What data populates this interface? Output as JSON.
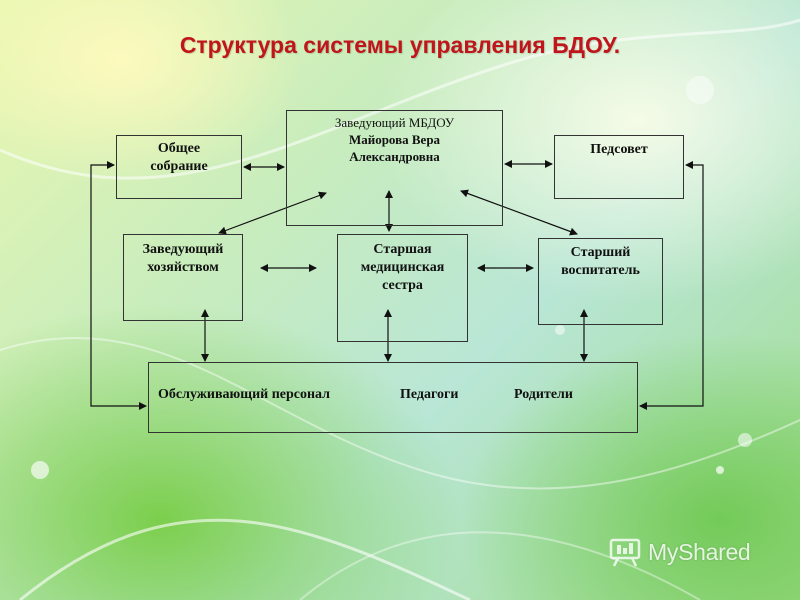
{
  "title": "Структура системы управления БДОУ.",
  "head": {
    "role": "Заведующий МБДОУ",
    "name_line1": "Майорова Вера",
    "name_line2": "Александровна"
  },
  "general_meeting": {
    "line1": "Общее",
    "line2": "собрание"
  },
  "pedsovet": {
    "label": "Педсовет"
  },
  "household_manager": {
    "line1": "Заведующий",
    "line2": "хозяйством"
  },
  "senior_nurse": {
    "line1": "Старшая",
    "line2": "медицинская",
    "line3": "сестра"
  },
  "senior_teacher": {
    "line1": "Старший",
    "line2": "воспитатель"
  },
  "bottom": {
    "staff": "Обслуживающий персонал",
    "teachers": "Педагоги",
    "parents": "Родители"
  },
  "watermark": {
    "brand_a": "My",
    "brand_b": "Shared"
  }
}
